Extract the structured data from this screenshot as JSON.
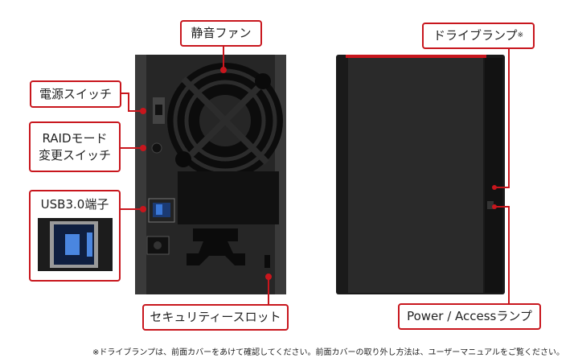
{
  "labels": {
    "fan": "静音ファン",
    "power_switch": "電源スイッチ",
    "raid_switch_line1": "RAIDモード",
    "raid_switch_line2": "変更スイッチ",
    "usb_port": "USB3.0端子",
    "security_slot": "セキュリティースロット",
    "drive_lamp": "ドライブランプ",
    "drive_lamp_mark": "※",
    "power_access_lamp": "Power / Accessランプ"
  },
  "footnote": "※ドライブランプは、前面カバーをあけて確認してください。前面カバーの取り外し方法は、ユーザーマニュアルをご覧ください。",
  "colors": {
    "accent": "#c8161d",
    "device": "#1e1e1e",
    "usb_blue": "#3a78d8"
  }
}
